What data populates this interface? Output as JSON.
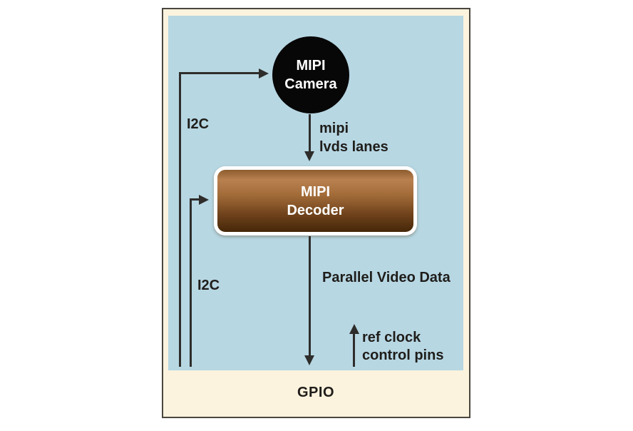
{
  "diagram": {
    "camera": {
      "line1": "MIPI",
      "line2": "Camera"
    },
    "decoder": {
      "line1": "MIPI",
      "line2": "Decoder"
    },
    "labels": {
      "i2c_camera": "I2C",
      "i2c_decoder": "I2C",
      "mipi_lanes_line1": "mipi",
      "mipi_lanes_line2": "lvds lanes",
      "parallel_video": "Parallel Video Data",
      "ref_clock_line1": "ref clock",
      "ref_clock_line2": "control pins",
      "gpio": "GPIO"
    },
    "colors": {
      "page_background": "#ffffff",
      "frame_fill": "#fcf3de",
      "frame_border": "#4a463f",
      "panel_fill": "#b7d7e3",
      "camera_fill": "#070707",
      "decoder_border": "#ffffff",
      "decoder_gradient_light": "#ba8150",
      "decoder_gradient_dark": "#452708",
      "arrow": "#2e2d2b",
      "label_text": "#1f1d1a",
      "node_text": "#ffffff"
    }
  }
}
